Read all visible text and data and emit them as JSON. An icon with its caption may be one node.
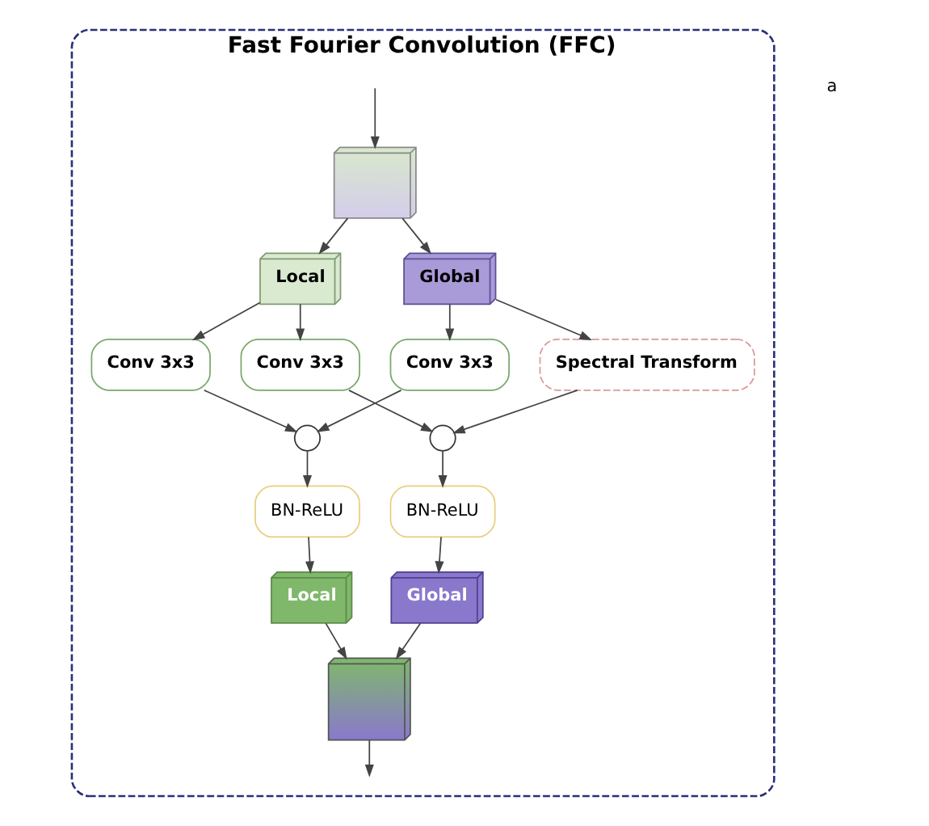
{
  "diagram": {
    "nodes": [
      {
        "text": [
          "Fast Fourier Convolution (FFC)"
        ]
      },
      {
        "text": [],
        "shape": "box",
        "in": 0
      },
      {
        "text": [
          "Local"
        ],
        "in": 0
      },
      {
        "text": [
          "Global"
        ],
        "in": 0
      },
      {
        "text": [
          "Conv 3x3"
        ],
        "in": 0
      },
      {
        "text": [
          "Conv 3x3"
        ],
        "in": 0
      },
      {
        "text": [
          "Conv 3x3"
        ],
        "in": 0
      },
      {
        "text": [
          "Spectral Transform"
        ],
        "in": 0
      },
      {
        "text": [],
        "shape": "circle",
        "in": 0
      },
      {
        "text": [],
        "shape": "circle",
        "in": 0
      },
      {
        "text": [
          "BN-ReLU"
        ],
        "in": 0
      },
      {
        "text": [
          "BN-ReLU"
        ],
        "in": 0
      },
      {
        "text": [
          "Local"
        ],
        "in": 0
      },
      {
        "text": [
          "Global"
        ],
        "in": 0
      },
      {
        "text": [],
        "shape": "box",
        "in": 0
      }
    ],
    "edges": [
      {
        "from": null,
        "to": 1,
        "arrow": "to"
      },
      {
        "from": 1,
        "to": 2,
        "arrow": "to"
      },
      {
        "from": 1,
        "to": 3,
        "arrow": "to"
      },
      {
        "from": 2,
        "to": 4,
        "arrow": "to"
      },
      {
        "from": 2,
        "to": 5,
        "arrow": "to"
      },
      {
        "from": 3,
        "to": 6,
        "arrow": "to"
      },
      {
        "from": 3,
        "to": 7,
        "arrow": "to"
      },
      {
        "from": 4,
        "to": 8,
        "arrow": "to"
      },
      {
        "from": 6,
        "to": 8,
        "arrow": "to"
      },
      {
        "from": 5,
        "to": 9,
        "arrow": "to"
      },
      {
        "from": 7,
        "to": 9,
        "arrow": "to"
      },
      {
        "from": 8,
        "to": 10,
        "arrow": "to"
      },
      {
        "from": 9,
        "to": 11,
        "arrow": "to"
      },
      {
        "from": 10,
        "to": 12,
        "arrow": "to"
      },
      {
        "from": 11,
        "to": 13,
        "arrow": "to"
      },
      {
        "from": 12,
        "to": 14,
        "arrow": "to"
      },
      {
        "from": 13,
        "to": 14,
        "arrow": "to"
      },
      {
        "from": 14,
        "to": null,
        "arrow": "to"
      }
    ],
    "labels": [
      "a"
    ]
  }
}
